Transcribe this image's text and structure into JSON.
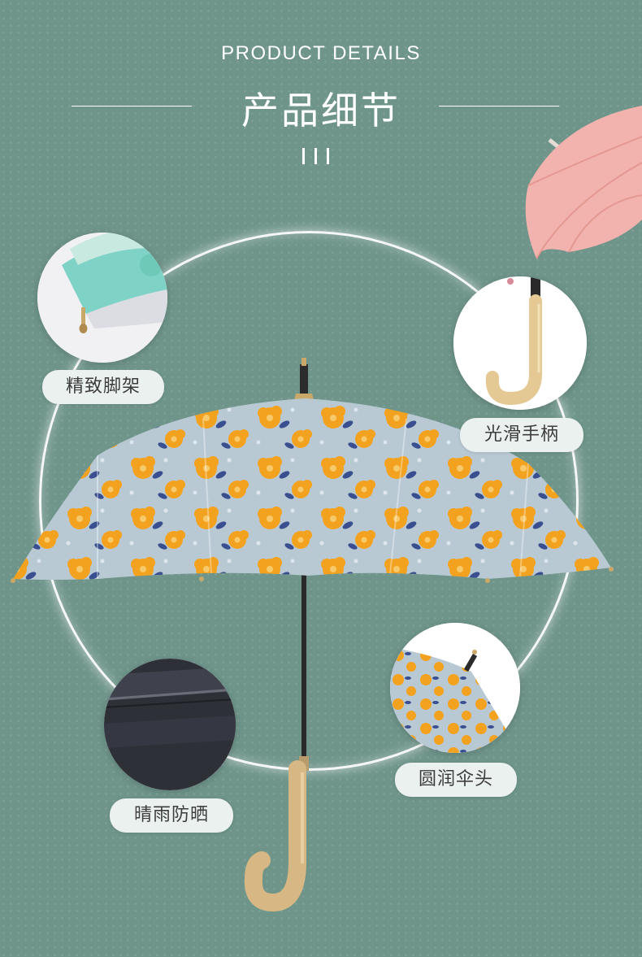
{
  "header": {
    "title_en": "PRODUCT DETAILS",
    "title_cn": "产品细节"
  },
  "features": [
    {
      "label": "精致脚架",
      "icon": "umbrella-tip-icon"
    },
    {
      "label": "光滑手柄",
      "icon": "umbrella-handle-icon"
    },
    {
      "label": "圆润伞头",
      "icon": "umbrella-top-icon"
    },
    {
      "label": "晴雨防晒",
      "icon": "canopy-fabric-icon"
    }
  ],
  "colors": {
    "background": "#6f958b",
    "canopy": "#b9c9d4",
    "flower": "#f3a21f",
    "leaf": "#3a4f8f",
    "handle": "#d7b783",
    "pink_umbrella": "#f2b2ad",
    "pill": "#eaf1ee"
  }
}
